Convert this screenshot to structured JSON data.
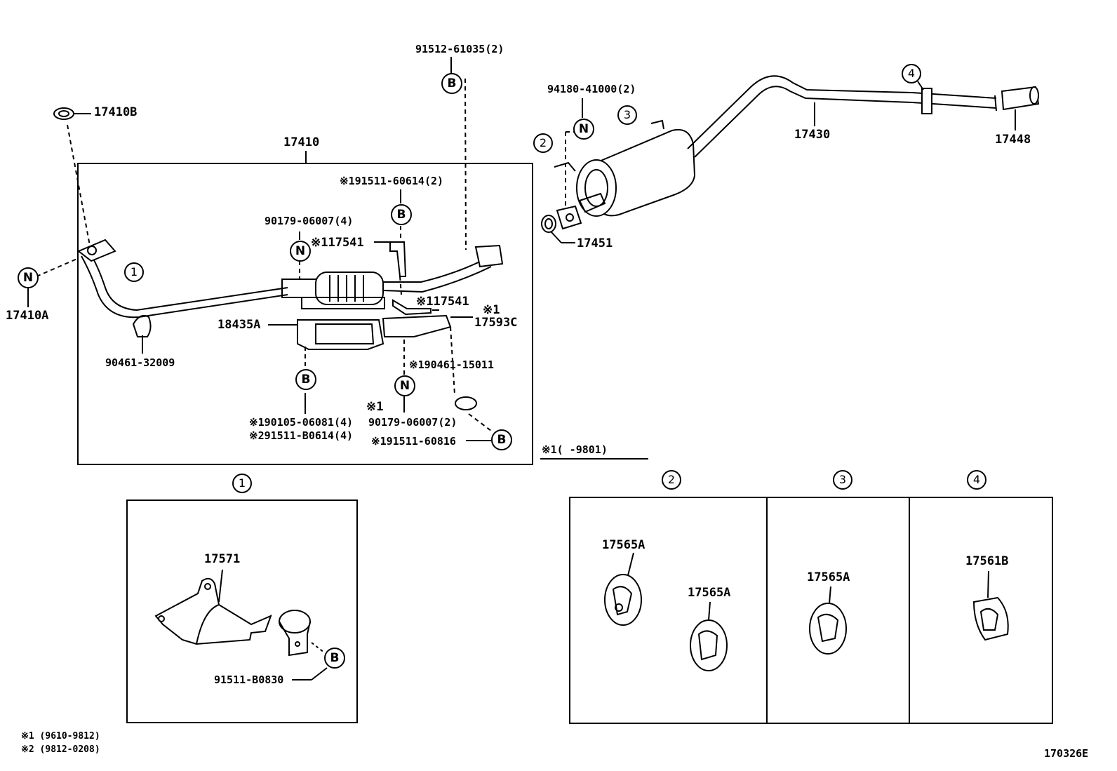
{
  "parts": {
    "p17410B": "17410B",
    "p17410": "17410",
    "p17410A": "17410A",
    "p90461_32009": "90461-32009",
    "p18435A": "18435A",
    "p90179_06007_4": "90179-06007(4)",
    "p17541_a": "※117541",
    "p17541_b": "※117541",
    "p91511_60614": "※191511-60614(2)",
    "p91512_61035": "91512-61035(2)",
    "p17593C_mark": "※1",
    "p17593C": "17593C",
    "p90461_15011": "※190461-15011",
    "p90179_06007_2_mark": "※1",
    "p90179_06007_2": "90179-06007(2)",
    "p90105_06081": "※190105-06081(4)",
    "p91511_B0614": "※291511-B0614(4)",
    "p91511_60816": "※191511-60816",
    "range_note": "※1(     -9801)",
    "p94180_41000": "94180-41000(2)",
    "p17451": "17451",
    "p17430": "17430",
    "p17448": "17448",
    "p17571": "17571",
    "p91511_B0830": "91511-B0830",
    "p17565A_1": "17565A",
    "p17565A_2": "17565A",
    "p17565A_3": "17565A",
    "p17561B": "17561B"
  },
  "markers": {
    "B": "B",
    "N": "N"
  },
  "callouts": {
    "c1": "1",
    "c2": "2",
    "c3": "3",
    "c4": "4"
  },
  "footnotes": {
    "note1": "※1 (9610-9812)",
    "note2": "※2 (9812-0208)"
  },
  "diagram_id": "170326E"
}
